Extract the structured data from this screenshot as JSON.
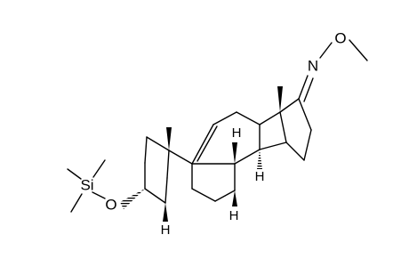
{
  "molecule": {
    "atoms": {
      "nitrogen": "N",
      "oxime_oxygen": "O",
      "ether_oxygen": "O",
      "silicon": "Si",
      "h_c8": "H",
      "h_c14": "H",
      "h_c9": "H",
      "h_c5": "H"
    }
  }
}
